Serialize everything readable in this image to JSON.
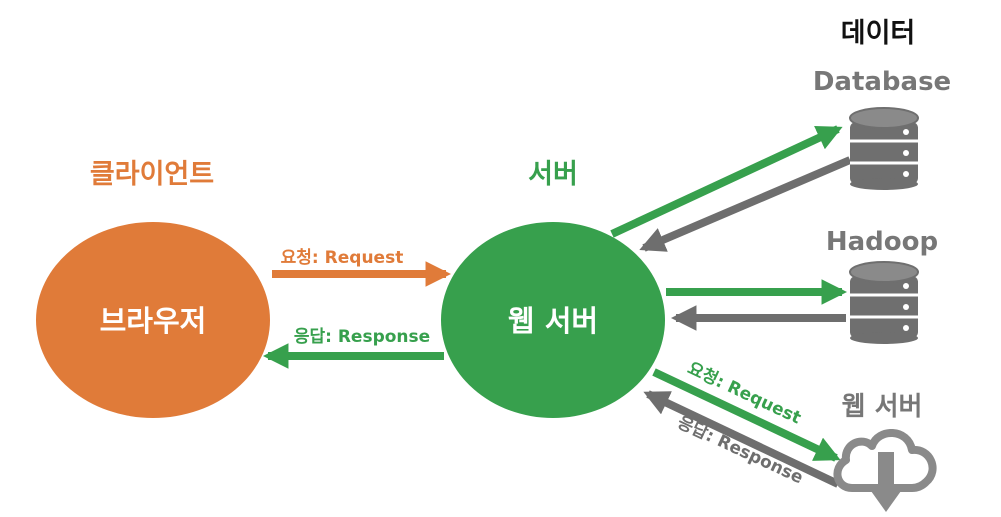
{
  "labels": {
    "client_title": "클라이언트",
    "server_title": "서버",
    "data_title": "데이터",
    "browser": "브라우저",
    "web_server": "웹 서버",
    "database": "Database",
    "hadoop": "Hadoop",
    "remote_web_server": "웹 서버",
    "request_left": "요청: Request",
    "response_left": "응답: Response",
    "request_right": "요청: Request",
    "response_right": "응답: Response"
  },
  "colors": {
    "client": "#E07B39",
    "server": "#37A04D",
    "data_title": "#111111",
    "data_gray": "#777777",
    "arrow_gray": "#6E6E6E",
    "icon_gray": "#6F6F6F"
  }
}
